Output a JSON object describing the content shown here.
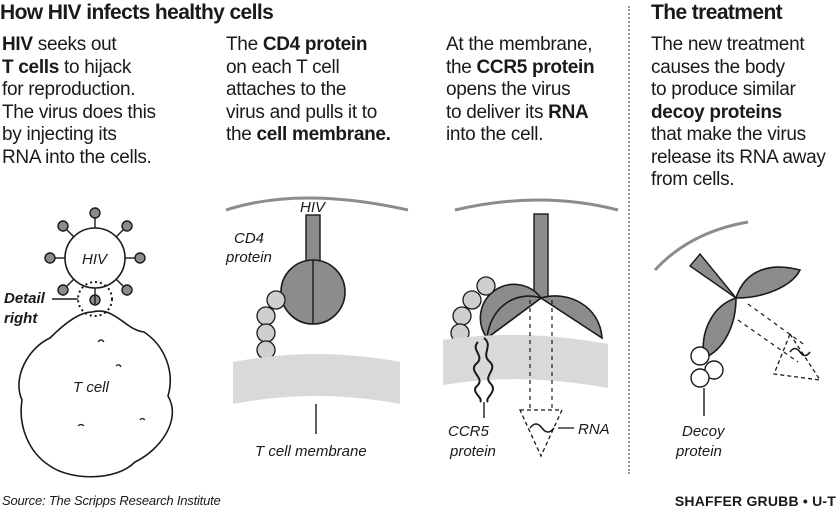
{
  "titles": {
    "left": "How HIV infects healthy cells",
    "right": "The treatment"
  },
  "columns": [
    {
      "id": "col1",
      "lines": [
        [
          {
            "t": "HIV",
            "b": true
          },
          {
            "t": " seeks out"
          }
        ],
        [
          {
            "t": "T cells",
            "b": true
          },
          {
            "t": " to hijack"
          }
        ],
        [
          {
            "t": "for reproduction."
          }
        ],
        [
          {
            "t": "The virus does this"
          }
        ],
        [
          {
            "t": "by injecting its"
          }
        ],
        [
          {
            "t": "RNA into the cells."
          }
        ]
      ]
    },
    {
      "id": "col2",
      "lines": [
        [
          {
            "t": "The "
          },
          {
            "t": "CD4 protein",
            "b": true
          }
        ],
        [
          {
            "t": "on each T cell"
          }
        ],
        [
          {
            "t": "attaches to the"
          }
        ],
        [
          {
            "t": "virus and pulls it to"
          }
        ],
        [
          {
            "t": "the "
          },
          {
            "t": "cell membrane.",
            "b": true
          }
        ]
      ]
    },
    {
      "id": "col3",
      "lines": [
        [
          {
            "t": "At the membrane,"
          }
        ],
        [
          {
            "t": "the "
          },
          {
            "t": "CCR5 protein",
            "b": true
          }
        ],
        [
          {
            "t": "opens the virus"
          }
        ],
        [
          {
            "t": "to deliver its "
          },
          {
            "t": "RNA",
            "b": true
          }
        ],
        [
          {
            "t": "into the cell."
          }
        ]
      ]
    },
    {
      "id": "col4",
      "lines": [
        [
          {
            "t": "The new treatment"
          }
        ],
        [
          {
            "t": "causes the body"
          }
        ],
        [
          {
            "t": "to produce similar"
          }
        ],
        [
          {
            "t": "decoy proteins",
            "b": true
          }
        ],
        [
          {
            "t": "that make the virus"
          }
        ],
        [
          {
            "t": "release its RNA away"
          }
        ],
        [
          {
            "t": "from cells."
          }
        ]
      ]
    }
  ],
  "labels": {
    "hiv_small": "HIV",
    "detail_1": "Detail",
    "detail_2": "right",
    "t_cell": "T cell",
    "hiv_top": "HIV",
    "cd4_1": "CD4",
    "cd4_2": "protein",
    "t_cell_membrane": "T cell membrane",
    "ccr5_1": "CCR5",
    "ccr5_2": "protein",
    "rna": "RNA",
    "decoy_1": "Decoy",
    "decoy_2": "protein"
  },
  "footer": {
    "source": "Source: The Scripps Research Institute",
    "credit": "SHAFFER GRUBB • U-T"
  },
  "colors": {
    "protein_fill": "#8c8c8c",
    "membrane_fill": "#d9d9d9",
    "bead_fill": "#cfcfcf",
    "line": "#1a1a1a",
    "divider": "#999999"
  }
}
